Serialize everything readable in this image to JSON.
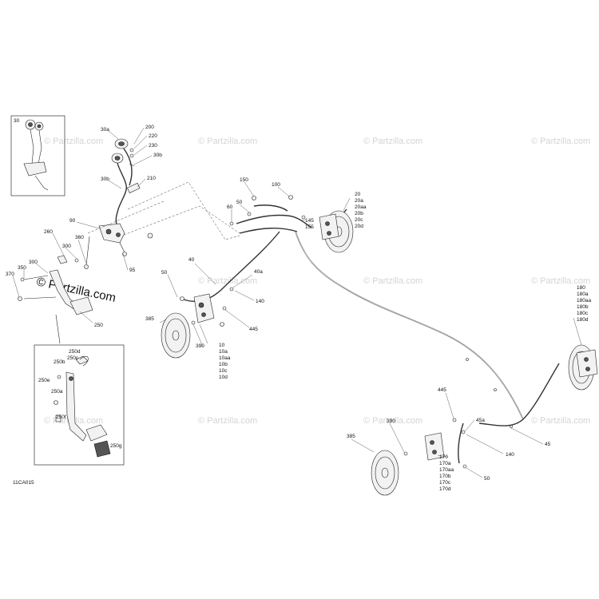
{
  "diagram_code": "11CA015",
  "watermarks": {
    "light": "© Partzilla.com",
    "bold": "© Partzilla.com"
  },
  "labels": {
    "l30": "30",
    "l30a": "30a",
    "l30b_top": "30b",
    "l30b": "30b",
    "l200": "200",
    "l220": "220",
    "l230": "230",
    "l210": "210",
    "l90": "90",
    "l260": "260",
    "l360": "360",
    "l300a": "300",
    "l300b": "300",
    "l95": "95",
    "l350": "350",
    "l370": "370",
    "l250": "250",
    "l250d": "250d",
    "l250c": "250c",
    "l250b": "250b",
    "l250e": "250e",
    "l250a": "250a",
    "l250f": "250f",
    "l250g": "250g",
    "l150": "150",
    "l100": "100",
    "l50a": "50",
    "l60": "60",
    "l145": "145",
    "l155": "155",
    "l20": "20",
    "l20a": "20a",
    "l20aa": "20aa",
    "l20b": "20b",
    "l20c": "20c",
    "l20d": "20d",
    "l40": "40",
    "l40a": "40a",
    "l50b": "50",
    "l140a": "140",
    "l385a": "385",
    "l445a": "445",
    "l390a": "390",
    "l10": "10",
    "l10a": "10a",
    "l10aa": "10aa",
    "l10b": "10b",
    "l10c": "10c",
    "l10d": "10d",
    "l180": "180",
    "l180a": "180a",
    "l180aa": "180aa",
    "l180b": "180b",
    "l180c": "180c",
    "l180d": "180d",
    "l445b": "445",
    "l45a": "45a",
    "l45": "45",
    "l390b": "390",
    "l385b": "385",
    "l140b": "140",
    "l170": "170",
    "l170a": "170a",
    "l170aa": "170aa",
    "l170b": "170b",
    "l170c": "170c",
    "l170d": "170d",
    "l50c": "50"
  }
}
